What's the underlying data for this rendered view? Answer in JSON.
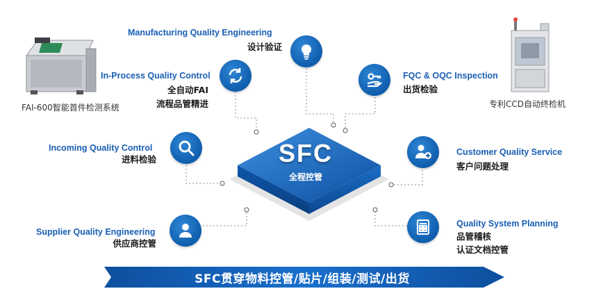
{
  "center": {
    "title": "SFC",
    "subtitle": "全程控管"
  },
  "banner": {
    "text": "SFC贯穿物料控管/贴片/组装/测试/出货"
  },
  "machines": {
    "left_caption": "FAI-600智能首件检测系统",
    "right_caption": "专利CCD自动终检机"
  },
  "nodes": {
    "manufacturing": {
      "en": "Manufacturing Quality Engineering",
      "zh": [
        "设计验证"
      ],
      "icon": "lightbulb-icon"
    },
    "in_process": {
      "en": "In-Process Quality Control",
      "zh": [
        "全自动FAI",
        "流程品管精进"
      ],
      "icon": "refresh-icon"
    },
    "incoming": {
      "en": "Incoming Quality Control",
      "zh": [
        "进料检验"
      ],
      "icon": "search-icon"
    },
    "supplier": {
      "en": "Supplier Quality Engineering",
      "zh": [
        "供应商控管"
      ],
      "icon": "user-icon"
    },
    "fqc": {
      "en": "FQC & OQC Inspection",
      "zh": [
        "出货检验"
      ],
      "icon": "key-hand-icon"
    },
    "customer": {
      "en": "Customer Quality Service",
      "zh": [
        "客户问题处理"
      ],
      "icon": "user-add-icon"
    },
    "system": {
      "en": "Quality System Planning",
      "zh": [
        "品管稽核",
        "认证文档控管"
      ],
      "icon": "form-icon"
    }
  },
  "colors": {
    "primary": "#1a5fb4",
    "icon_bg": "#0f5dad",
    "banner": "#1565c0"
  }
}
